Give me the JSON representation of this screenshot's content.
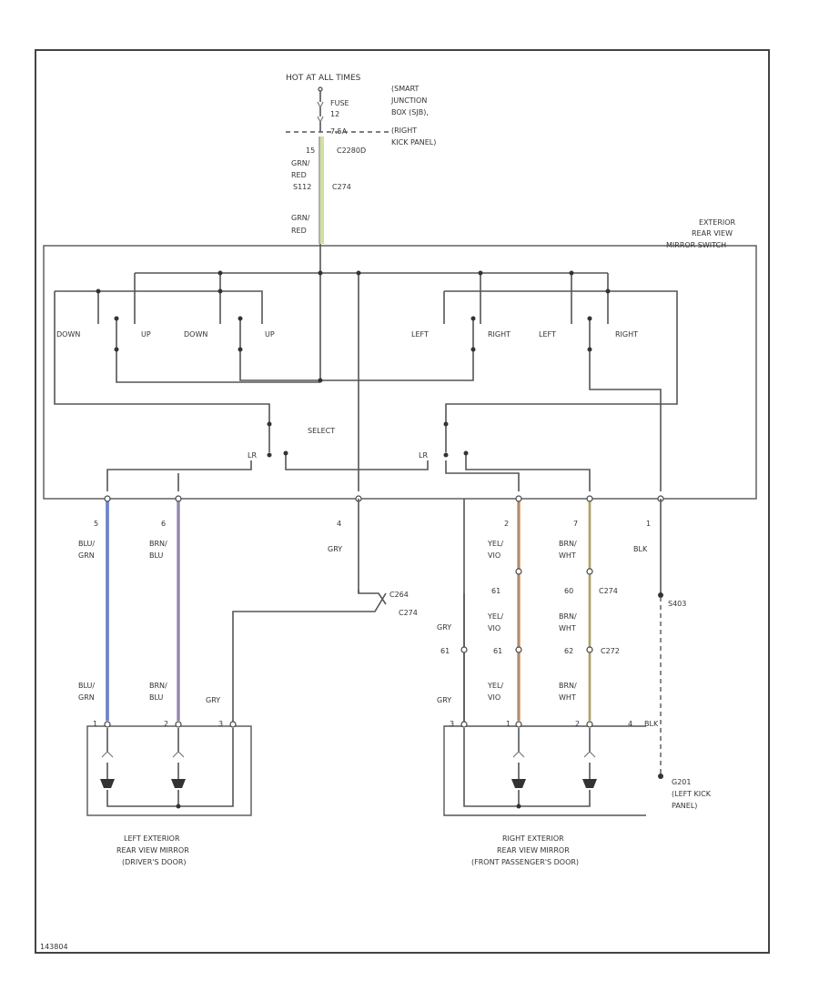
{
  "labels": {
    "hot_at_all_times": "HOT AT ALL TIMES",
    "fuse_word": "FUSE",
    "fuse_num": "12",
    "fuse_amp": "7.5A",
    "smart_junction_box": [
      "(SMART",
      "JUNCTION",
      "BOX (SJB),",
      "(RIGHT",
      "KICK PANEL)"
    ],
    "pin_15": "15",
    "c2280d": "C2280D",
    "wire_grn_red_1": [
      "GRN/",
      "RED"
    ],
    "splice_top": "S112",
    "c274_top": "C274",
    "wire_grn_red_2": [
      "GRN/",
      "RED"
    ],
    "switch_title": [
      "EXTERIOR",
      "REAR VIEW",
      "MIRROR SWITCH"
    ],
    "sw_down_1": "DOWN",
    "sw_up_1": "UP",
    "sw_down_2": "DOWN",
    "sw_up_2": "UP",
    "sw_left_1": "LEFT",
    "sw_right_1": "RIGHT",
    "sw_left_2": "LEFT",
    "sw_right_2": "RIGHT",
    "select": "SELECT",
    "lr_1": "LR",
    "lr_2": "LR",
    "pin_5": "5",
    "pin_6": "6",
    "pin_4": "4",
    "pin_2": "2",
    "pin_7": "7",
    "pin_1": "1",
    "wire_blu_grn": [
      "BLU/",
      "GRN"
    ],
    "wire_brn_blu": [
      "BRN/",
      "BLU"
    ],
    "wire_gry_4": "GRY",
    "wire_yel_vio": [
      "YEL/",
      "VIO"
    ],
    "wire_brn_wht": [
      "BRN/",
      "WHT"
    ],
    "wire_blk": "BLK",
    "c274_mid_pin": "C264",
    "c274_mid": "C274",
    "pin_61_a": "61",
    "pin_60": "60",
    "c274_right": "C274",
    "wire_yel_vio_2": [
      "YEL/",
      "VIO"
    ],
    "wire_brn_wht_2": [
      "BRN/",
      "WHT"
    ],
    "s403": "S403",
    "wire_gry_2": "GRY",
    "pin_61_b": "61",
    "pin_61_c": "61",
    "pin_62": "62",
    "c272": "C272",
    "wire_blu_grn_2": [
      "BLU/",
      "GRN"
    ],
    "wire_brn_blu_2": [
      "BRN/",
      "BLU"
    ],
    "wire_gry_3": "GRY",
    "wire_gry_5": "GRY",
    "wire_yel_vio_3": [
      "YEL/",
      "VIO"
    ],
    "wire_brn_wht_3": [
      "BRN/",
      "WHT"
    ],
    "pin_blk": "BLK",
    "lm_pin_1": "1",
    "lm_pin_2": "2",
    "lm_pin_3": "3",
    "rm_pin_3": "3",
    "rm_pin_1": "1",
    "rm_pin_2": "2",
    "rm_pin_4": "4",
    "g201": [
      "G201",
      "(LEFT KICK",
      "PANEL)"
    ],
    "left_mirror": [
      "LEFT EXTERIOR",
      "REAR VIEW MIRROR",
      "(DRIVER'S DOOR)"
    ],
    "right_mirror": [
      "RIGHT EXTERIOR",
      "REAR VIEW MIRROR",
      "(FRONT PASSENGER'S DOOR)"
    ],
    "diagram_id": "143804"
  },
  "colors": {
    "blu_grn": "#7b96e6",
    "brn_blu": "#b7a6dd",
    "yel_vio": "#f4b27a",
    "brn_wht": "#e9e0b6",
    "grn_red": "#cfe0a2"
  }
}
